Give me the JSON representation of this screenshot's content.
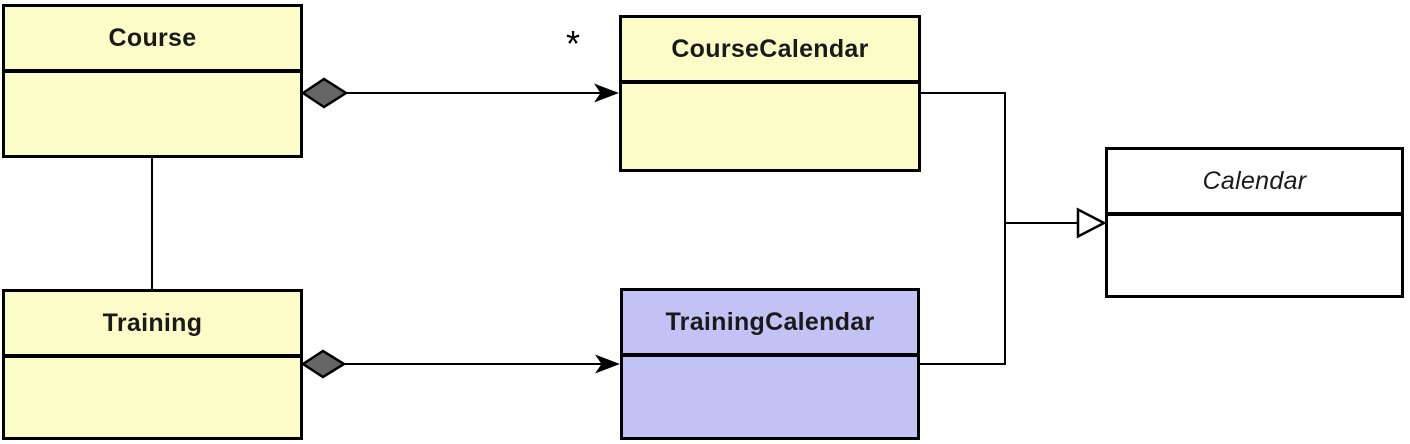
{
  "diagram": {
    "kind": "uml-class-diagram",
    "background": "#ffffff"
  },
  "classes": {
    "course": {
      "name": "Course",
      "fill": "#fcfcc8",
      "name_italic": false
    },
    "course_calendar": {
      "name": "CourseCalendar",
      "fill": "#fcfcc8",
      "name_italic": false
    },
    "training": {
      "name": "Training",
      "fill": "#fcfcc8",
      "name_italic": false
    },
    "training_calendar": {
      "name": "TrainingCalendar",
      "fill": "#c2c2f5",
      "name_italic": false
    },
    "calendar": {
      "name": "Calendar",
      "fill": "#ffffff",
      "name_italic": true
    }
  },
  "relationships": [
    {
      "from": "Course",
      "to": "CourseCalendar",
      "type": "aggregation",
      "diamond": "filled-gray",
      "arrowhead": "open-vee",
      "target_multiplicity": "*"
    },
    {
      "from": "Training",
      "to": "TrainingCalendar",
      "type": "aggregation",
      "diamond": "filled-gray",
      "arrowhead": "open-vee",
      "target_multiplicity": ""
    },
    {
      "from": "Course",
      "to": "Training",
      "type": "association",
      "arrowhead": "none"
    },
    {
      "from": "CourseCalendar",
      "to": "Calendar",
      "type": "generalization",
      "arrowhead": "hollow-triangle"
    },
    {
      "from": "TrainingCalendar",
      "to": "Calendar",
      "type": "generalization",
      "arrowhead": "hollow-triangle"
    }
  ],
  "labels": {
    "star_multiplicity": "*"
  },
  "colors": {
    "class_fill_yellow": "#fcfcc8",
    "class_fill_lavender": "#c2c2f5",
    "class_fill_white": "#ffffff",
    "border": "#000000",
    "line": "#000000",
    "diamond_fill": "#666666",
    "triangle_fill": "#ffffff",
    "background": "#ffffff"
  }
}
